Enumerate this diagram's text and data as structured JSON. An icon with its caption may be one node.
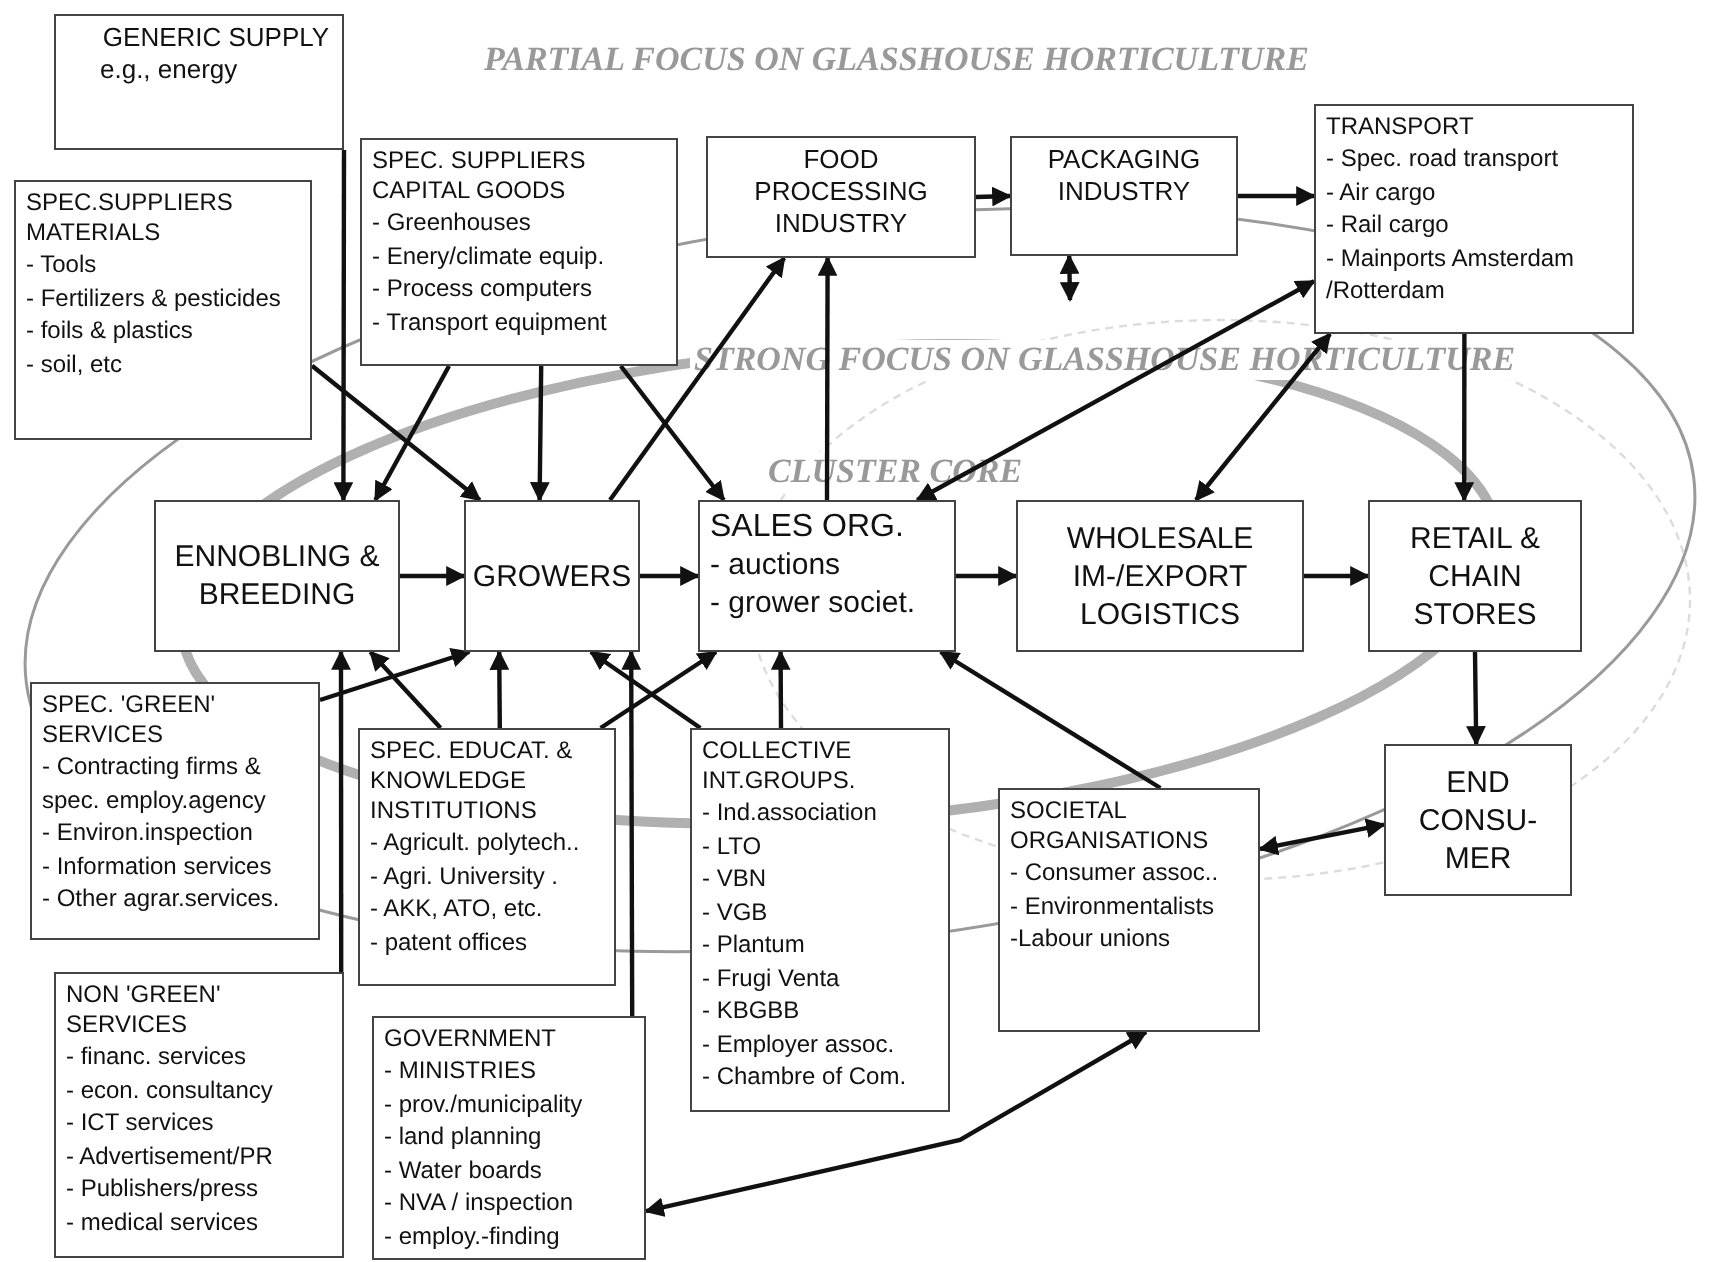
{
  "diagram": {
    "nodes": [
      {
        "text": [
          "GENERIC SUPPLY",
          "e.g., energy"
        ]
      },
      {
        "text": [
          "SPEC.SUPPLIERS MATERIALS",
          "- Tools",
          "- Fertilizers & pesticides",
          "- foils & plastics",
          "- soil, etc"
        ]
      },
      {
        "text": [
          "SPEC. SUPPLIERS CAPITAL GOODS",
          "- Greenhouses",
          "- Enery/climate equip.",
          "- Process computers",
          "- Transport equipment"
        ]
      },
      {
        "text": [
          "FOOD PROCESSING INDUSTRY"
        ]
      },
      {
        "text": [
          "PACKAGING INDUSTRY"
        ]
      },
      {
        "text": [
          "TRANSPORT",
          "- Spec. road transport",
          "- Air cargo",
          "- Rail cargo",
          "- Mainports Amsterdam /Rotterdam"
        ]
      },
      {
        "text": [
          "ENNOBLING & BREEDING"
        ]
      },
      {
        "text": [
          "GROWERS"
        ]
      },
      {
        "text": [
          "SALES ORG.",
          "- auctions",
          "- grower societ."
        ]
      },
      {
        "text": [
          "WHOLESALE IM-/EXPORT LOGISTICS"
        ]
      },
      {
        "text": [
          "RETAIL & CHAIN STORES"
        ]
      },
      {
        "text": [
          "SPEC. 'GREEN' SERVICES",
          "- Contracting firms & spec. employ.agency",
          "- Environ.inspection",
          "- Information services",
          "- Other agrar.services."
        ]
      },
      {
        "text": [
          "SPEC. EDUCAT. & KNOWLEDGE INSTITUTIONS",
          "- Agricult. polytech..",
          "- Agri. University .",
          "- AKK, ATO, etc.",
          "- patent offices"
        ]
      },
      {
        "text": [
          "COLLECTIVE INT.GROUPS.",
          "- Ind.association",
          "- LTO",
          "- VBN",
          "- VGB",
          "- Plantum",
          "- Frugi Venta",
          "- KBGBB",
          "- Employer assoc.",
          "- Chambre of Com."
        ]
      },
      {
        "text": [
          "SOCIETAL ORGANISATIONS",
          "- Consumer assoc..",
          "- Environmentalists",
          "-Labour unions"
        ]
      },
      {
        "text": [
          "END CONSU- MER"
        ]
      },
      {
        "text": [
          "NON 'GREEN' SERVICES",
          "- financ. services",
          "- econ. consultancy",
          "- ICT services",
          "- Advertisement/PR",
          "- Publishers/press",
          "- medical services"
        ]
      },
      {
        "text": [
          "GOVERNMENT",
          "- MINISTRIES",
          "- prov./municipality",
          "- land planning",
          "- Water boards",
          "- NVA / inspection",
          "- employ.-finding"
        ]
      }
    ],
    "edges": [
      {
        "from": 0,
        "to": 6,
        "arrow": "to"
      },
      {
        "from": 1,
        "to": 7,
        "arrow": "to"
      },
      {
        "from": 2,
        "to": 6,
        "arrow": "to"
      },
      {
        "from": 2,
        "to": 7,
        "arrow": "to"
      },
      {
        "from": 2,
        "to": 8,
        "arrow": "to"
      },
      {
        "from": 7,
        "to": 3,
        "arrow": "to"
      },
      {
        "from": 8,
        "to": 3,
        "arrow": "to"
      },
      {
        "from": 3,
        "to": 4,
        "arrow": "to"
      },
      {
        "from": 4,
        "to": 5,
        "arrow": "to"
      },
      {
        "from": 4,
        "to": null,
        "arrow": "both"
      },
      {
        "from": 8,
        "to": 5,
        "arrow": "both"
      },
      {
        "from": 9,
        "to": 5,
        "arrow": "both"
      },
      {
        "from": 5,
        "to": 10,
        "arrow": "to"
      },
      {
        "from": 6,
        "to": 7,
        "arrow": "to"
      },
      {
        "from": 7,
        "to": 8,
        "arrow": "to"
      },
      {
        "from": 8,
        "to": 9,
        "arrow": "to"
      },
      {
        "from": 9,
        "to": 10,
        "arrow": "to"
      },
      {
        "from": 10,
        "to": 15,
        "arrow": "to"
      },
      {
        "from": 14,
        "to": 15,
        "arrow": "both"
      },
      {
        "from": 14,
        "to": 8,
        "arrow": "to"
      },
      {
        "from": 11,
        "to": 7,
        "arrow": "to"
      },
      {
        "from": 12,
        "to": 6,
        "arrow": "to"
      },
      {
        "from": 12,
        "to": 7,
        "arrow": "to"
      },
      {
        "from": 12,
        "to": 8,
        "arrow": "to"
      },
      {
        "from": 13,
        "to": 7,
        "arrow": "to"
      },
      {
        "from": 13,
        "to": 8,
        "arrow": "to"
      },
      {
        "from": 16,
        "to": 6,
        "arrow": "to"
      },
      {
        "from": 17,
        "to": 7,
        "arrow": "to"
      },
      {
        "from": 17,
        "to": 14,
        "arrow": "both"
      }
    ],
    "labels": [
      "PARTIAL FOCUS ON GLASSHOUSE HORTICULTURE",
      "STRONG FOCUS ON GLASSHOUSE HORTICULTURE",
      "CLUSTER CORE"
    ]
  }
}
